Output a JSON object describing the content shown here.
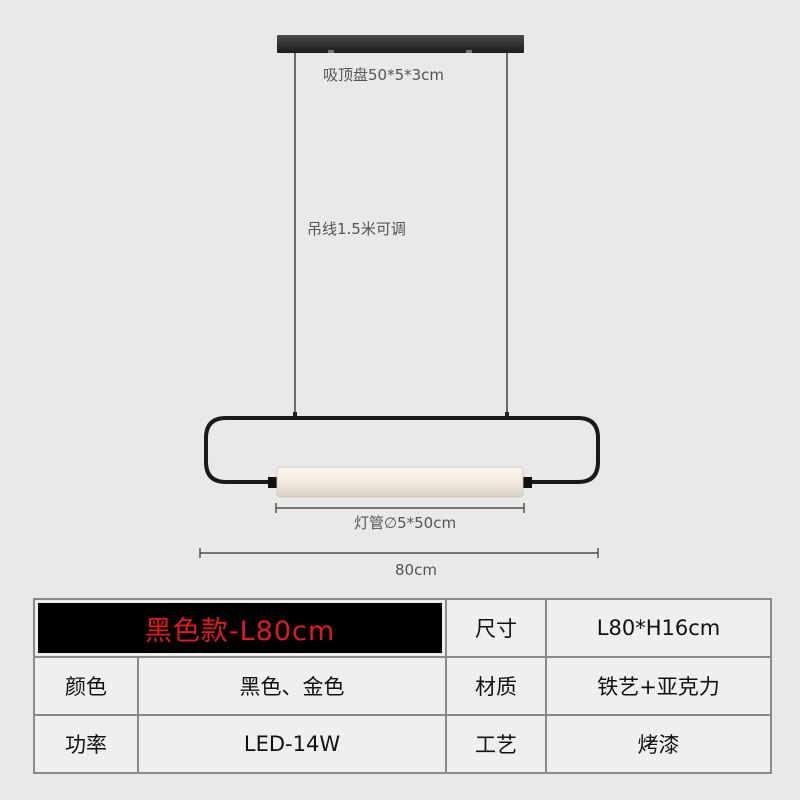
{
  "dimensions": {
    "canopy_label": "吸顶盘50*5*3cm",
    "wire_label": "吊线1.5米可调",
    "tube_label": "灯管∅5*50cm",
    "width_label": "80cm"
  },
  "spec_table": {
    "model": "黑色款-L80cm",
    "rows": [
      {
        "label": "尺寸",
        "value": "L80*H16cm"
      },
      {
        "label": "颜色",
        "value": "黑色、金色"
      },
      {
        "label": "材质",
        "value": "铁艺+亚克力"
      },
      {
        "label": "功率",
        "value": "LED-14W"
      },
      {
        "label": "工艺",
        "value": "烤漆"
      }
    ]
  },
  "colors": {
    "background": "#e9e9e9",
    "model_text": "#e3191c",
    "frame": "#1a1a1a",
    "tube": "#f4ece2"
  }
}
